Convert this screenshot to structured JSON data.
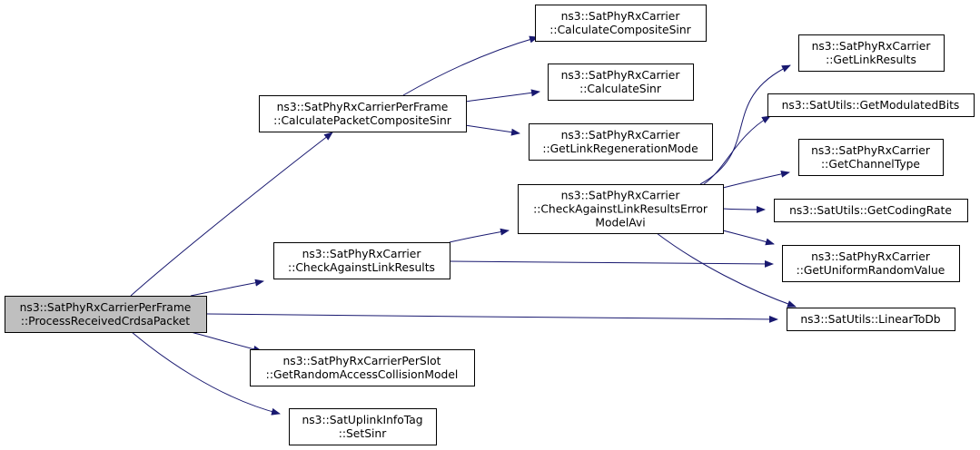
{
  "diagram": {
    "colors": {
      "edge": "#191970",
      "box_border": "#000000",
      "box_fill": "#ffffff",
      "root_fill": "#bfbfbf",
      "text": "#000000"
    },
    "nodes": {
      "root": {
        "lines": [
          "ns3::SatPhyRxCarrierPerFrame",
          "::ProcessReceivedCrdsaPacket"
        ]
      },
      "calc_pkt": {
        "lines": [
          "ns3::SatPhyRxCarrierPerFrame",
          "::CalculatePacketCompositeSinr"
        ]
      },
      "check_lr": {
        "lines": [
          "ns3::SatPhyRxCarrier",
          "::CheckAgainstLinkResults"
        ]
      },
      "rand_coll": {
        "lines": [
          "ns3::SatPhyRxCarrierPerSlot",
          "::GetRandomAccessCollisionModel"
        ]
      },
      "set_sinr": {
        "lines": [
          "ns3::SatUplinkInfoTag",
          "::SetSinr"
        ]
      },
      "calc_comp": {
        "lines": [
          "ns3::SatPhyRxCarrier",
          "::CalculateCompositeSinr"
        ]
      },
      "calc_sinr": {
        "lines": [
          "ns3::SatPhyRxCarrier",
          "::CalculateSinr"
        ]
      },
      "regen": {
        "lines": [
          "ns3::SatPhyRxCarrier",
          "::GetLinkRegenerationMode"
        ]
      },
      "check_avi": {
        "lines": [
          "ns3::SatPhyRxCarrier",
          "::CheckAgainstLinkResultsError",
          "ModelAvi"
        ]
      },
      "get_lr": {
        "lines": [
          "ns3::SatPhyRxCarrier",
          "::GetLinkResults"
        ]
      },
      "mod_bits": {
        "lines": [
          "ns3::SatUtils::GetModulatedBits"
        ]
      },
      "chan_type": {
        "lines": [
          "ns3::SatPhyRxCarrier",
          "::GetChannelType"
        ]
      },
      "coding_rate": {
        "lines": [
          "ns3::SatUtils::GetCodingRate"
        ]
      },
      "uniform_rand": {
        "lines": [
          "ns3::SatPhyRxCarrier",
          "::GetUniformRandomValue"
        ]
      },
      "linear_db": {
        "lines": [
          "ns3::SatUtils::LinearToDb"
        ]
      }
    }
  }
}
